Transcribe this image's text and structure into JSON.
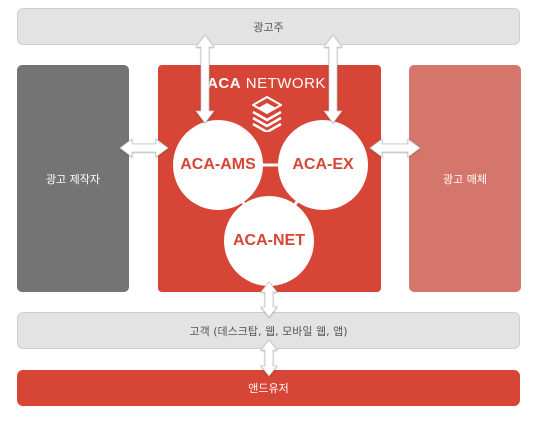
{
  "advertiser": {
    "label": "광고주"
  },
  "producer": {
    "label": "광고 제작자"
  },
  "media": {
    "label": "광고 매체"
  },
  "network": {
    "title_bold": "ACA",
    "title_rest": " NETWORK",
    "modules": {
      "ams": "ACA-AMS",
      "ex": "ACA-EX",
      "net": "ACA-NET"
    }
  },
  "customer": {
    "label": "고객 (데스크탑, 웹, 모바일 웹, 앱)"
  },
  "enduser": {
    "label": "앤드유저"
  },
  "colors": {
    "accent_red": "#d64535",
    "producer_gray": "#747474",
    "media_pink": "#d4766b",
    "bar_gray": "#e3e3e3"
  },
  "icons": [
    "aca-network-logo-icon",
    "double-arrow-icon"
  ]
}
